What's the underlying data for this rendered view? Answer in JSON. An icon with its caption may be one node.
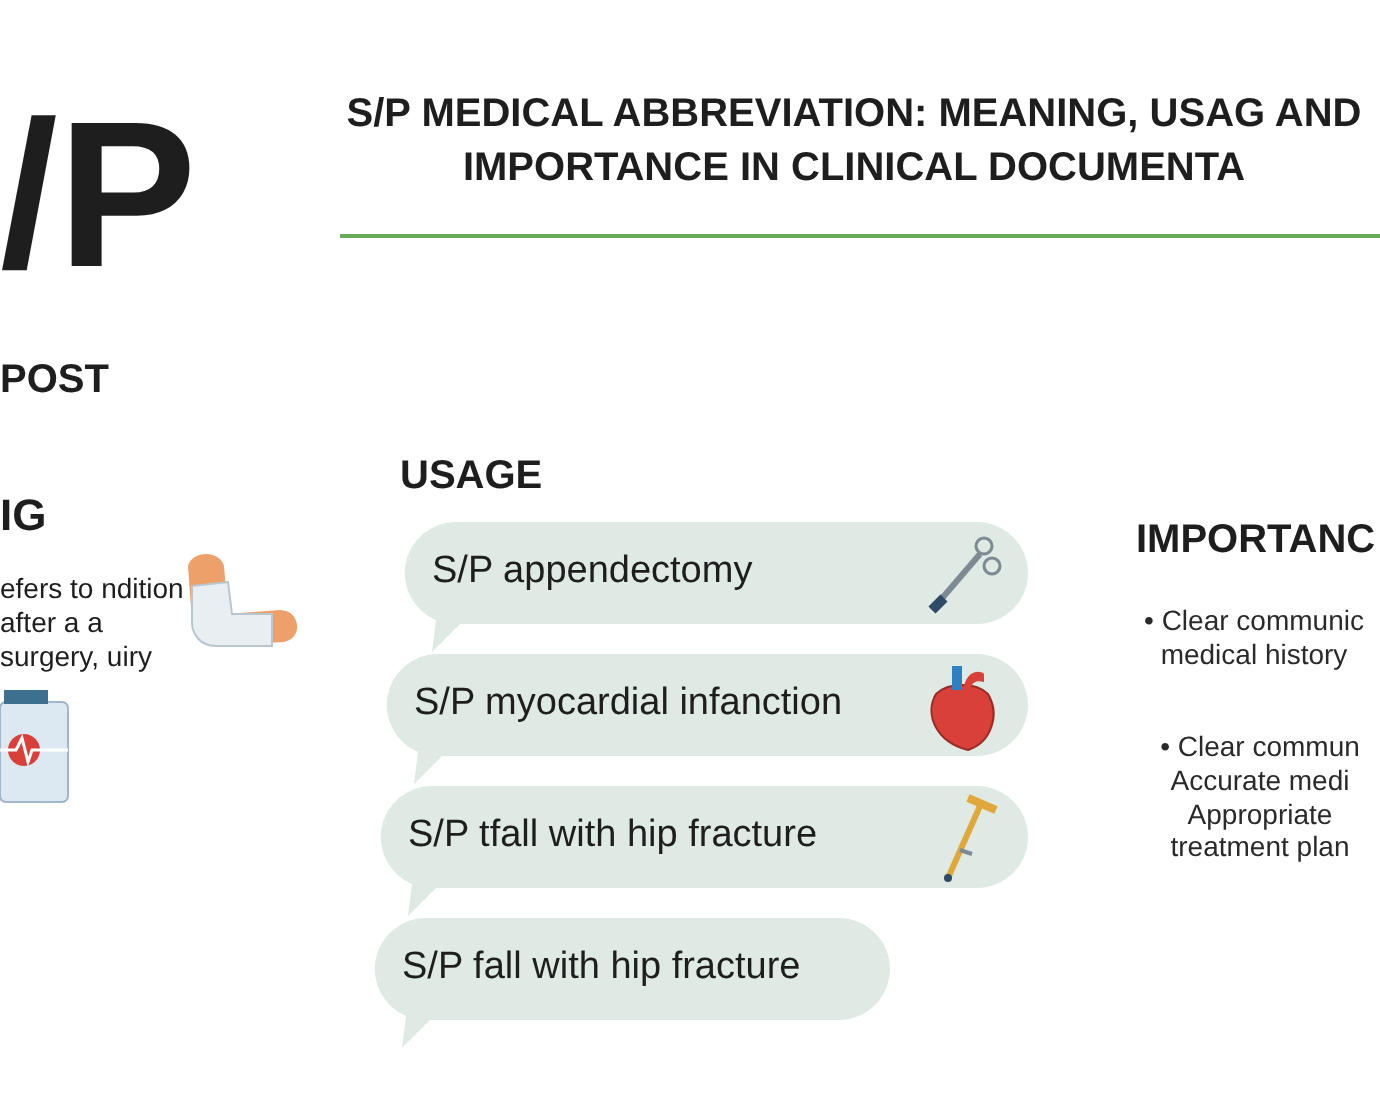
{
  "diagram": {
    "title": "S/P MEDICAL ABBREVIATION: MEANING, USAG AND IMPORTANCE IN CLINICAL DOCUMENTA",
    "nodes": [
      {
        "text": [
          "S/P appendectomy"
        ]
      },
      {
        "text": [
          "S/P myocardial infanction"
        ]
      },
      {
        "text": [
          "S/P tfall with hip fracture"
        ]
      },
      {
        "text": [
          "S/P fall with hip fracture"
        ]
      }
    ],
    "labels": [
      "/P",
      "POST",
      "IG",
      "efers to ndition after a a surgery, uiry",
      "USAGE",
      "IMPORTANC",
      "• Clear communic medical history",
      "• Clear commun Accurate medi Appropriate treatment plan"
    ]
  }
}
